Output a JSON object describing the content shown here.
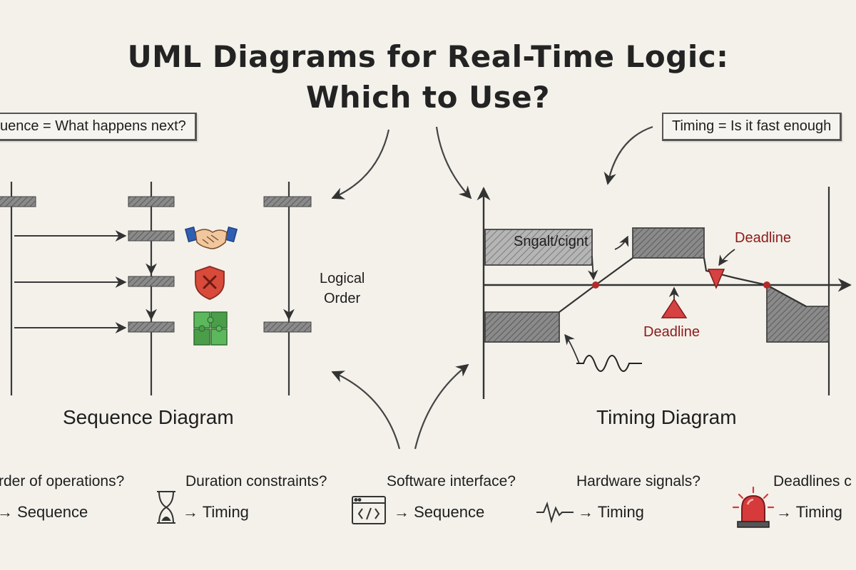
{
  "title": {
    "line1": "UML Diagrams for Real-Time Logic:",
    "line2": "Which to Use?"
  },
  "callouts": {
    "sequence": "uence = What happens next?",
    "timing": "Timing = Is it fast enough"
  },
  "sequence_diagram": {
    "label": "Sequence Diagram",
    "note": {
      "line1": "Logical",
      "line2": "Order"
    },
    "icons": [
      "handshake-icon",
      "shield-x-icon",
      "puzzle-icon"
    ]
  },
  "timing_diagram": {
    "label": "Timing Diagram",
    "signal_label": "Sngalt/cignt",
    "deadline_top": "Deadline",
    "deadline_bottom": "Deadline",
    "icons": [
      "sine-wave-icon",
      "warning-triangle-icon"
    ]
  },
  "guide": [
    {
      "question": "rder of operations?",
      "answer": "→ Sequence",
      "icon": "none"
    },
    {
      "question": "Duration constraints?",
      "answer": "→ Timing",
      "icon": "hourglass-icon"
    },
    {
      "question": "Software interface?",
      "answer": "→ Sequence",
      "icon": "code-window-icon"
    },
    {
      "question": "Hardware signals?",
      "answer": "→ Timing",
      "icon": "waveform-icon"
    },
    {
      "question": "Deadlines c",
      "answer": "→ Timing",
      "icon": "alarm-light-icon"
    }
  ],
  "colors": {
    "ink": "#1e1e1e",
    "deadline_red": "#b22a2a",
    "handshake_blue": "#2f5fb3",
    "shield_red": "#d84a3a",
    "puzzle_green": "#4a9e4a",
    "background": "#f3f1ea"
  }
}
